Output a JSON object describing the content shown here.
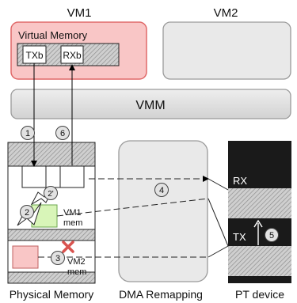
{
  "vm1": {
    "label": "VM1",
    "virtual_memory_label": "Virtual Memory",
    "txb_label": "TXb",
    "rxb_label": "RXb"
  },
  "vm2": {
    "label": "VM2"
  },
  "vmm": {
    "label": "VMM"
  },
  "physical_memory": {
    "label": "Physical Memory",
    "vm1_mem_label": "VM1\nmem",
    "vm2_mem_label": "VM2\nmem"
  },
  "dma_remapping": {
    "label": "DMA Remapping"
  },
  "pt_device": {
    "label": "PT device",
    "rx_label": "RX",
    "tx_label": "TX"
  },
  "steps": {
    "s1": "1",
    "s2": "2",
    "s2p": "2'",
    "s3": "3",
    "s4": "4",
    "s5": "5",
    "s6": "6"
  },
  "colors": {
    "vm1_fill": "#f9c6c6",
    "vm1_stroke": "#e06868",
    "vm1_mem_fill": "#d8f5b8",
    "vm2_mem_fill": "#f9c6c6",
    "error_x": "#d9534f",
    "device_fill": "#1a1a1a"
  }
}
